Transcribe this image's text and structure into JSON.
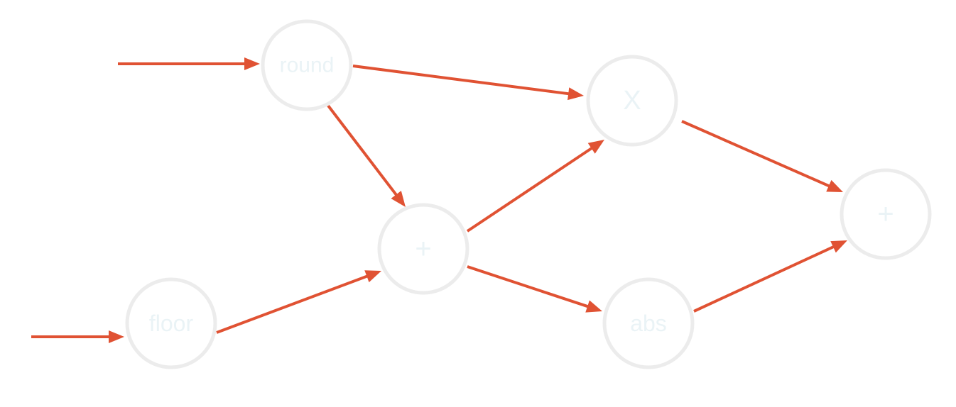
{
  "diagram": {
    "edge_color": "#e05233",
    "node_border_color": "#ececec",
    "label_color": "#eaf3f6",
    "nodes": [
      {
        "id": "round",
        "label": "round"
      },
      {
        "id": "floor",
        "label": "floor"
      },
      {
        "id": "plus1",
        "label": "+"
      },
      {
        "id": "mult",
        "label": "X"
      },
      {
        "id": "abs",
        "label": "abs"
      },
      {
        "id": "plus2",
        "label": "+"
      }
    ],
    "edges": [
      {
        "from": "input-1",
        "to": "round"
      },
      {
        "from": "input-2",
        "to": "floor"
      },
      {
        "from": "round",
        "to": "mult"
      },
      {
        "from": "round",
        "to": "plus1"
      },
      {
        "from": "floor",
        "to": "plus1"
      },
      {
        "from": "plus1",
        "to": "mult"
      },
      {
        "from": "plus1",
        "to": "abs"
      },
      {
        "from": "mult",
        "to": "plus2"
      },
      {
        "from": "abs",
        "to": "plus2"
      }
    ]
  }
}
